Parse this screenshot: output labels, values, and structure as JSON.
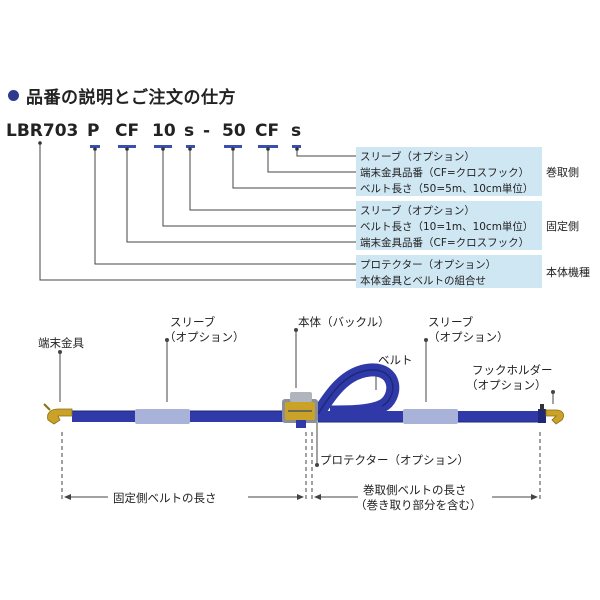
{
  "title": "品番の説明とご注文の仕方",
  "code_parts": [
    "LBR703",
    "P",
    "CF",
    "10",
    "s",
    "-",
    "50",
    "CF",
    "s"
  ],
  "groups": [
    {
      "category": "巻取側",
      "lines": [
        "スリーブ（オプション）",
        "端末金具品番（CF=クロスフック）",
        "ベルト長さ（50=5m、10cm単位）"
      ]
    },
    {
      "category": "固定側",
      "lines": [
        "スリーブ（オプション）",
        "ベルト長さ（10=1m、10cm単位）",
        "端末金具品番（CF=クロスフック）"
      ]
    },
    {
      "category": "本体機種",
      "lines": [
        "プロテクター（オプション）",
        "本体金具とベルトの組合せ"
      ]
    }
  ],
  "diagram": {
    "terminal_fitting": "端末金具",
    "sleeve_left": [
      "スリーブ",
      "（オプション）"
    ],
    "body_buckle": "本体（バックル）",
    "belt": "ベルト",
    "sleeve_right": [
      "スリーブ",
      "（オプション）"
    ],
    "hook_holder": [
      "フックホルダー",
      "（オプション）"
    ],
    "protector": "プロテクター（オプション）",
    "fixed_length": "固定側ベルトの長さ",
    "wind_length": [
      "巻取側ベルトの長さ",
      "（巻き取り部分を含む）"
    ]
  },
  "colors": {
    "belt": "#2f3aa8",
    "belt_dark": "#1f2878",
    "sleeve": "#a9b2d9",
    "box": "#cfe6f3",
    "accent": "#3a4fb0",
    "hook": "#c9a227"
  }
}
